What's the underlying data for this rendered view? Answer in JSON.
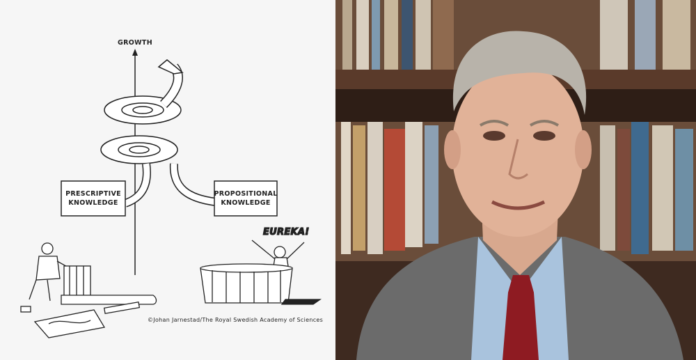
{
  "diagram": {
    "axis_label": "GROWTH",
    "box_left_line1": "PRESCRIPTIVE",
    "box_left_line2": "KNOWLEDGE",
    "box_right_line1": "PROPOSITIONAL",
    "box_right_line2": "KNOWLEDGE",
    "exclamation": "EUREKA!",
    "credit": "©Johan Jarnestad/The Royal Swedish Academy of Sciences"
  },
  "colors": {
    "diagram_bg": "#f6f6f6",
    "ink": "#222222",
    "suit": "#6b6b6b",
    "shirt": "#a9c3dd",
    "tie": "#8e1b22",
    "bookshelf": "#5a3a2a"
  }
}
